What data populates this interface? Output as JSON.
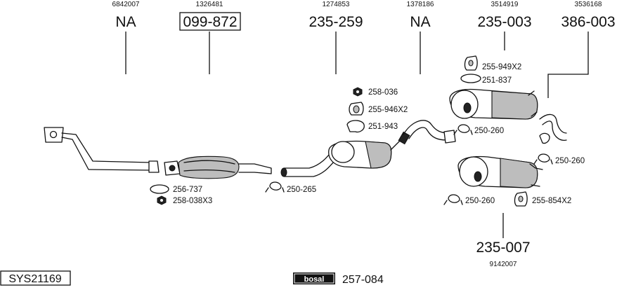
{
  "callouts": [
    {
      "ref": "6842007",
      "code": "NA"
    },
    {
      "ref": "1326481",
      "code": "099-872"
    },
    {
      "ref": "1274853",
      "code": "235-259"
    },
    {
      "ref": "1378186",
      "code": "NA"
    },
    {
      "ref": "3514919",
      "code": "235-003"
    },
    {
      "ref": "3536168",
      "code": "386-003"
    }
  ],
  "bottom_callout": {
    "code": "235-007",
    "ref": "9142007"
  },
  "part_labels": [
    "258-036",
    "255-946X2",
    "251-943",
    "255-949X2",
    "251-837",
    "250-260",
    "250-260",
    "250-260",
    "255-854X2",
    "250-265",
    "256-737",
    "258-038X3"
  ],
  "system_code": "SYS21169",
  "brand": {
    "logo_text": "bosal",
    "code": "257-084"
  }
}
